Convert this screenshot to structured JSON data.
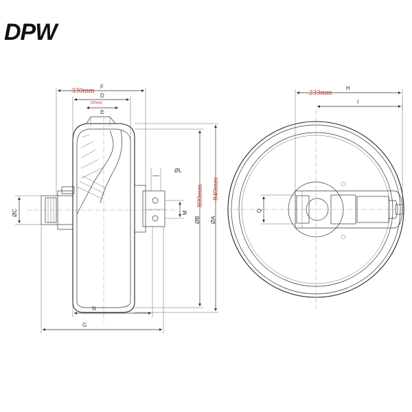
{
  "brand": {
    "logo_text": "DPW"
  },
  "dimensions": {
    "F": {
      "letter": "F",
      "value": "330mm"
    },
    "D": {
      "letter": "D",
      "value": ""
    },
    "E": {
      "letter": "E",
      "value": "200mm"
    },
    "L": {
      "letter": "ØL"
    },
    "M": {
      "letter": "M"
    },
    "B": {
      "letter": "ØB",
      "value": "800mm"
    },
    "A": {
      "letter": "ØA",
      "value": "840mm"
    },
    "C": {
      "letter": "ØC"
    },
    "N": {
      "letter": "N"
    },
    "G": {
      "letter": "G"
    },
    "H": {
      "letter": "H",
      "value": "233mm"
    },
    "I": {
      "letter": "I"
    },
    "Q": {
      "letter": "Q"
    }
  },
  "colors": {
    "line": "#333333",
    "annotation": "#c0392b",
    "logo": "#111111"
  }
}
